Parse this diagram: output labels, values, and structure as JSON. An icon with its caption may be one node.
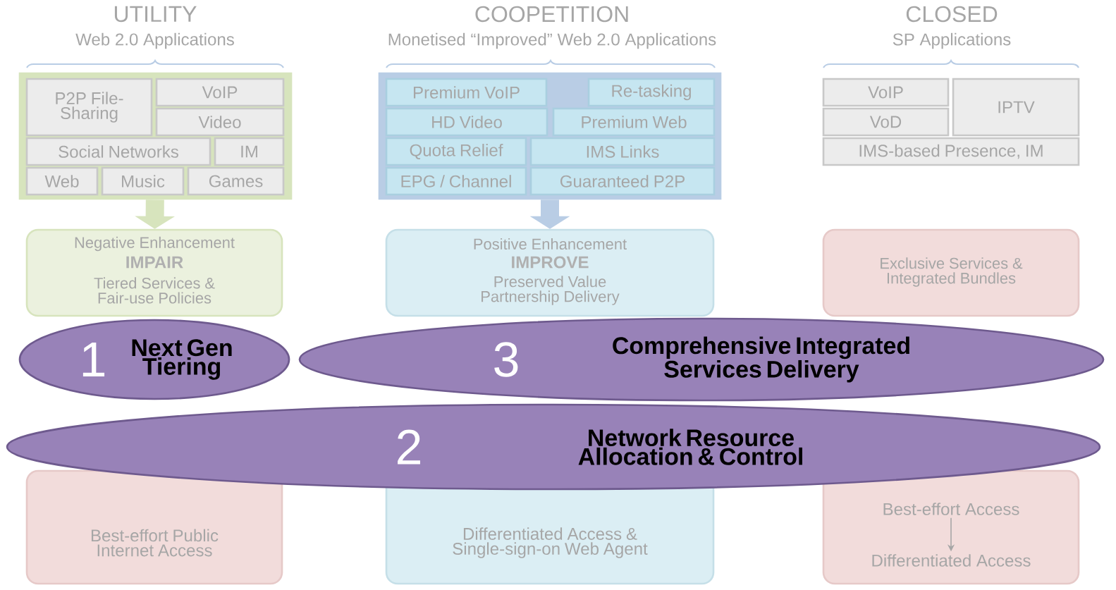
{
  "diagram": {
    "nodes": [
      {
        "text": [],
        "shape": "box"
      },
      {
        "text": [
          "P2P File-Sharing"
        ],
        "in": 0
      },
      {
        "text": [
          "VoIP"
        ],
        "in": 0
      },
      {
        "text": [
          "Video"
        ],
        "in": 0
      },
      {
        "text": [
          "Social Networks"
        ],
        "in": 0
      },
      {
        "text": [
          "IM"
        ],
        "in": 0
      },
      {
        "text": [
          "Web"
        ],
        "in": 0
      },
      {
        "text": [
          "Music"
        ],
        "in": 0
      },
      {
        "text": [
          "Games"
        ],
        "in": 0
      },
      {
        "text": [],
        "shape": "box"
      },
      {
        "text": [
          "Premium VoIP"
        ],
        "in": 9
      },
      {
        "text": [
          "Re-tasking"
        ],
        "in": 9
      },
      {
        "text": [
          "HD Video"
        ],
        "in": 9
      },
      {
        "text": [
          "Premium Web"
        ],
        "in": 9
      },
      {
        "text": [
          "Quota Relief"
        ],
        "in": 9
      },
      {
        "text": [
          "IMS Links"
        ],
        "in": 9
      },
      {
        "text": [
          "EPG / Channel"
        ],
        "in": 9
      },
      {
        "text": [
          "Guaranteed P2P"
        ],
        "in": 9
      },
      {
        "text": [
          "VoIP"
        ]
      },
      {
        "text": [
          "IPTV"
        ]
      },
      {
        "text": [
          "VoD"
        ]
      },
      {
        "text": [
          "IMS-based Presence, IM"
        ]
      },
      {
        "text": [
          "Negative Enhancement",
          "IMPAIR",
          "Tiered Services & Fair-use Policies"
        ]
      },
      {
        "text": [
          "Positive Enhancement",
          "IMPROVE",
          "Preserved Value Partnership Delivery"
        ]
      },
      {
        "text": [
          "Exclusive Services & Integrated Bundles"
        ]
      },
      {
        "text": [
          "Best-effort Public Internet Access"
        ]
      },
      {
        "text": [
          "Differentiated Access & Single-sign-on Web Agent"
        ]
      },
      {
        "text": [],
        "shape": "box"
      },
      {
        "text": [
          "Best-effort Access"
        ],
        "in": 27
      },
      {
        "text": [
          "Differentiated Access"
        ],
        "in": 27
      },
      {
        "text": [
          "1",
          "Next Gen Tiering"
        ]
      },
      {
        "text": [
          "3",
          "Comprehensive Integrated Services Delivery"
        ]
      },
      {
        "text": [
          "2",
          "Network Resource Allocation & Control"
        ]
      }
    ],
    "edges": [
      {
        "from": 0,
        "to": 22,
        "arrow": "to",
        "color": "#d7e4bd"
      },
      {
        "from": 9,
        "to": 23,
        "arrow": "to",
        "color": "#b9cde5"
      },
      {
        "from": 28,
        "to": 29,
        "arrow": "to"
      }
    ],
    "labels": [
      "UTILITY",
      "Web 2.0 Applications",
      "COOPETITION",
      "Monetised “Improved” Web 2.0 Applications",
      "CLOSED",
      "SP Applications"
    ]
  }
}
